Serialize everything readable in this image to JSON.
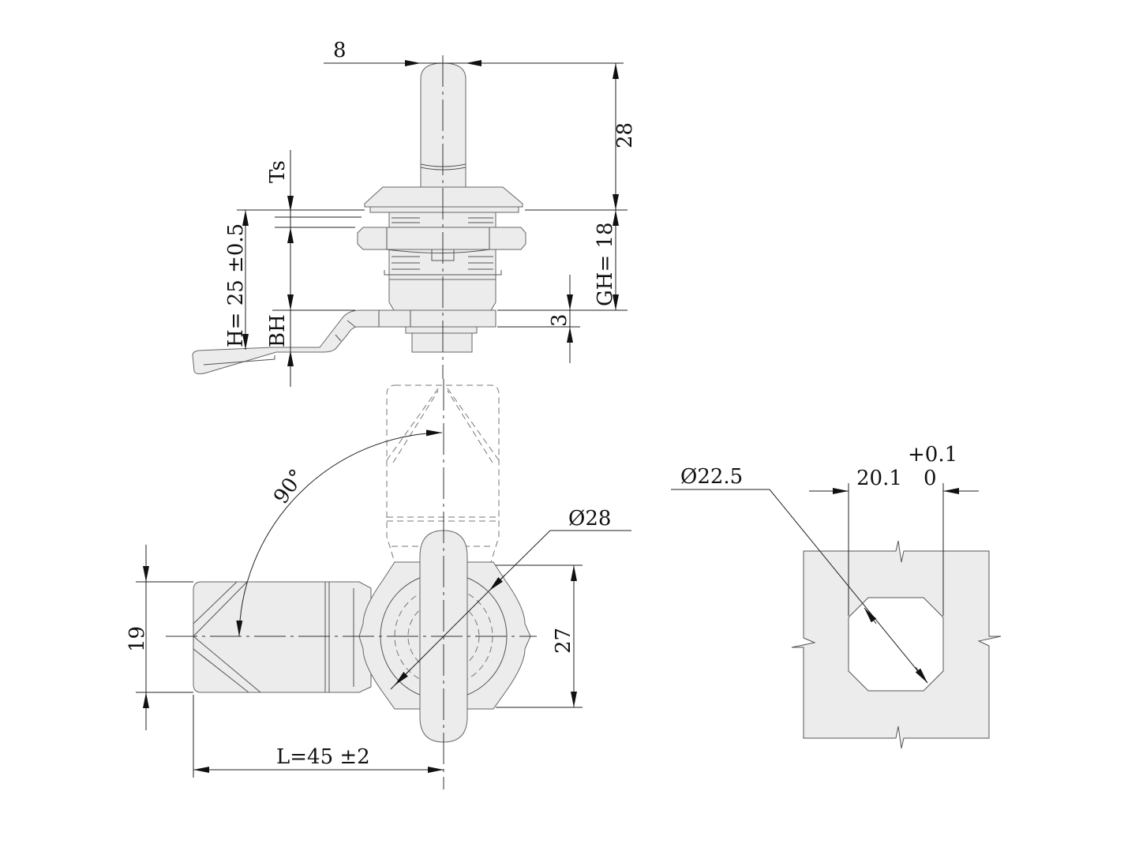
{
  "top_view": {
    "dim_shaft_width": "8",
    "dim_shaft_length": "28",
    "dim_gh": "GH= 18",
    "dim_ts": "Ts",
    "dim_h": "H= 25 ±0.5",
    "dim_bh": "BH",
    "dim_cam_thickness": "3"
  },
  "front_view": {
    "dim_rotation": "90°",
    "dim_diameter": "Ø28",
    "dim_cam_width": "19",
    "dim_body_height": "27",
    "dim_length": "L=45 ±2"
  },
  "cutout_view": {
    "dim_diameter": "Ø22.5",
    "dim_width": "20.1",
    "tol_upper": "+0.1",
    "tol_lower": "0"
  }
}
